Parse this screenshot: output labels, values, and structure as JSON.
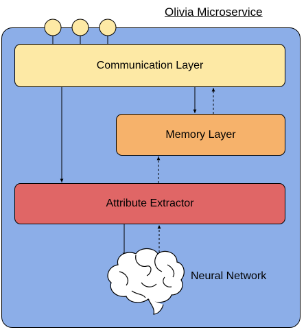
{
  "diagram": {
    "title": "Olivia Microservice",
    "nodes": {
      "communication_layer": "Communication Layer",
      "memory_layer": "Memory Layer",
      "attribute_extractor": "Attribute Extractor",
      "neural_network": "Neural Network"
    },
    "ports": 3,
    "edges": [
      {
        "from": "communication_layer",
        "to": "attribute_extractor",
        "style": "solid"
      },
      {
        "from": "communication_layer",
        "to": "memory_layer",
        "style": "solid"
      },
      {
        "from": "memory_layer",
        "to": "communication_layer",
        "style": "dashed"
      },
      {
        "from": "attribute_extractor",
        "to": "memory_layer",
        "style": "dashed"
      },
      {
        "from": "attribute_extractor",
        "to": "neural_network",
        "style": "solid"
      },
      {
        "from": "neural_network",
        "to": "attribute_extractor",
        "style": "dashed"
      }
    ],
    "colors": {
      "container": "#8caee8",
      "communication_layer": "#fde9a5",
      "memory_layer": "#f6b26b",
      "attribute_extractor": "#e06666",
      "ports": "#fde9a5"
    }
  }
}
